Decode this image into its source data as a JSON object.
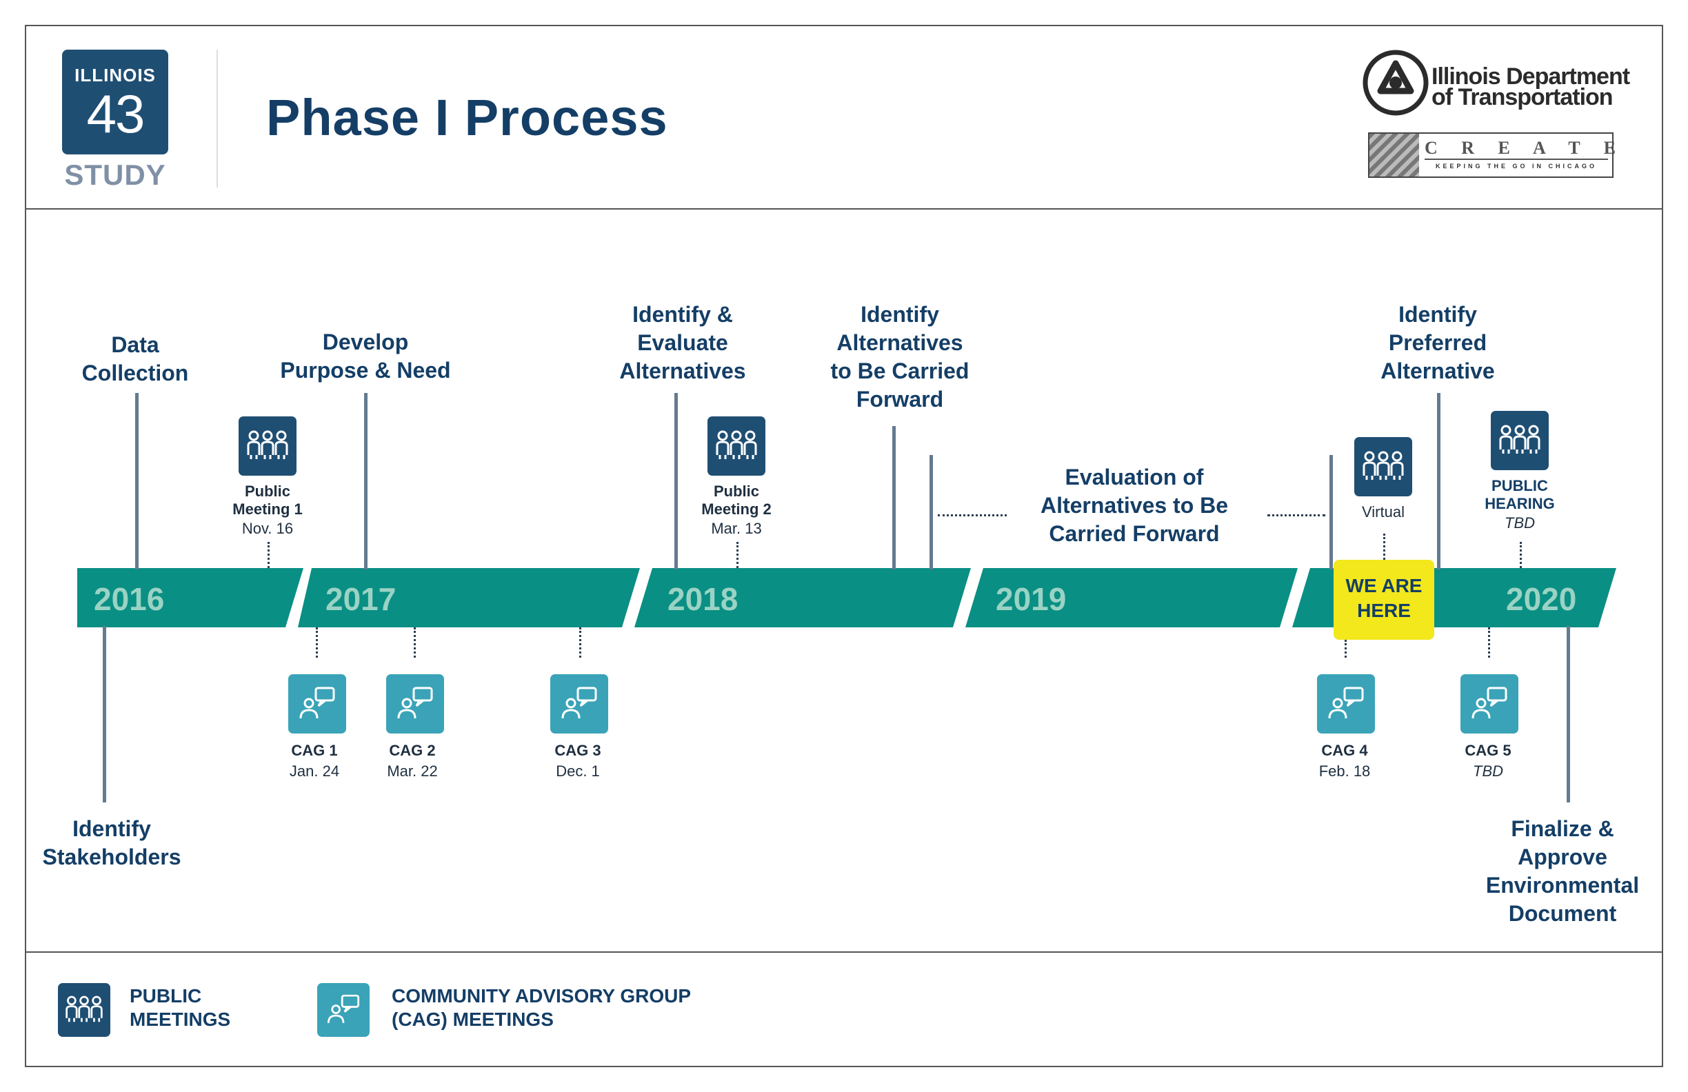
{
  "header": {
    "logo_top": "ILLINOIS",
    "logo_number": "43",
    "logo_bottom": "STUDY",
    "title": "Phase I Process",
    "idot_line1": "Illinois Department",
    "idot_line2": "of Transportation",
    "create_word": "C R E A T E",
    "create_tagline": "KEEPING THE GO IN CHICAGO"
  },
  "timeline": {
    "years": [
      "2016",
      "2017",
      "2018",
      "2019",
      "2020"
    ],
    "phases_above": [
      {
        "lines": [
          "Data",
          "Collection"
        ]
      },
      {
        "lines": [
          "Develop",
          "Purpose & Need"
        ]
      },
      {
        "lines": [
          "Identify &",
          "Evaluate",
          "Alternatives"
        ]
      },
      {
        "lines": [
          "Identify",
          "Alternatives",
          "to Be Carried",
          "Forward"
        ]
      },
      {
        "lines": [
          "Evaluation of",
          "Alternatives to Be",
          "Carried Forward"
        ]
      },
      {
        "lines": [
          "Identify",
          "Preferred",
          "Alternative"
        ]
      }
    ],
    "phases_below": [
      {
        "lines": [
          "Identify",
          "Stakeholders"
        ]
      },
      {
        "lines": [
          "Finalize &",
          "Approve",
          "Environmental",
          "Document"
        ]
      }
    ],
    "public_meetings": [
      {
        "name_lines": [
          "Public",
          "Meeting 1"
        ],
        "date": "Nov. 16"
      },
      {
        "name_lines": [
          "Public",
          "Meeting 2"
        ],
        "date": "Mar. 13"
      },
      {
        "name_lines": [
          "Virtual"
        ],
        "date": ""
      },
      {
        "name_lines": [
          "PUBLIC",
          "HEARING"
        ],
        "date": "TBD"
      }
    ],
    "cag_meetings": [
      {
        "name": "CAG 1",
        "date": "Jan. 24"
      },
      {
        "name": "CAG 2",
        "date": "Mar. 22"
      },
      {
        "name": "CAG 3",
        "date": "Dec. 1"
      },
      {
        "name": "CAG 4",
        "date": "Feb. 18"
      },
      {
        "name": "CAG 5",
        "date": "TBD"
      }
    ],
    "current_marker": [
      "WE ARE",
      "HERE"
    ]
  },
  "legend": {
    "public_lines": [
      "PUBLIC",
      "MEETINGS"
    ],
    "cag_lines": [
      "COMMUNITY ADVISORY GROUP",
      "(CAG) MEETINGS"
    ]
  },
  "colors": {
    "navy": "#143e66",
    "teal_band": "#0a8f84",
    "year_text": "#9ad3c4",
    "public_icon_bg": "#1f4e73",
    "cag_icon_bg": "#3aa3b8",
    "highlight": "#f2e81c"
  }
}
